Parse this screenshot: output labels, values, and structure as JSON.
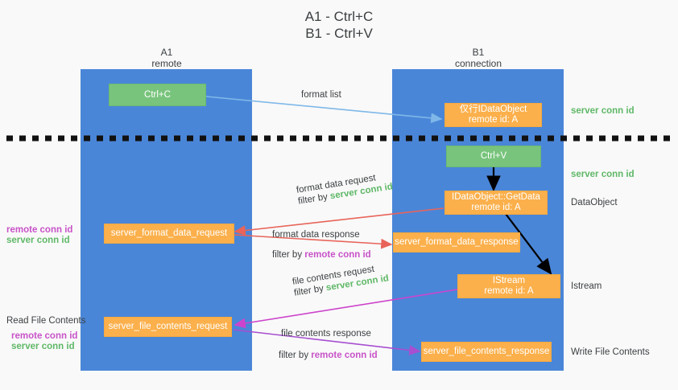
{
  "title": {
    "line1": "A1 - Ctrl+C",
    "line2": "B1 - Ctrl+V"
  },
  "columns": [
    {
      "name": "A1",
      "sub": "remote"
    },
    {
      "name": "B1",
      "sub": "connection"
    }
  ],
  "boxes": {
    "ctrl_c": "Ctrl+C",
    "ctrl_v": "Ctrl+V",
    "idataobject_title": "仅行IDataObject",
    "idataobject_sub": "remote id: A",
    "getdata_title": "IDataObject::GetData",
    "getdata_sub": "remote id: A",
    "istream_title": "IStream",
    "istream_sub": "remote id: A",
    "server_format_data_request": "server_format_data_request",
    "server_format_data_response": "server_format_data_response",
    "server_file_contents_request": "server_file_contents_request",
    "server_file_contents_response": "server_file_contents_response"
  },
  "side_labels": {
    "server_conn_id_1": "server conn id",
    "server_conn_id_2": "server conn id",
    "dataobject": "DataObject",
    "istream": "Istream",
    "write_file_contents": "Write File Contents",
    "read_file_contents": "Read File Contents"
  },
  "left_labels": {
    "remote_conn_id_1": "remote conn id",
    "server_conn_id_1": "server conn id",
    "remote_conn_id_2": "remote conn id",
    "server_conn_id_2": "server conn id"
  },
  "flows": {
    "format_list": "format list",
    "format_data_request": "format data request",
    "format_data_request_filter_prefix": "filter by",
    "format_data_request_filter_value": "server conn id",
    "format_data_response": "format data response",
    "format_data_response_filter_prefix": "filter by",
    "format_data_response_filter_value": "remote conn id",
    "file_contents_request": "file contents request",
    "file_contents_request_filter_prefix": "filter by",
    "file_contents_request_filter_value": "server conn id",
    "file_contents_response": "file contents response",
    "file_contents_response_filter_prefix": "filter by",
    "file_contents_response_filter_value": "remote conn id"
  },
  "colors": {
    "lane": "#4a86d8",
    "green_box": "#78c47c",
    "orange_box": "#fbb04c",
    "green_text": "#5fb867",
    "magenta_text": "#c853c8",
    "red_arrow": "#e8645a",
    "blue_arrow": "#7fb8e8",
    "magenta_arrow": "#cc44cc",
    "purple_arrow": "#a64fd0",
    "black_arrow": "#000000",
    "background": "#f9f9f9"
  }
}
